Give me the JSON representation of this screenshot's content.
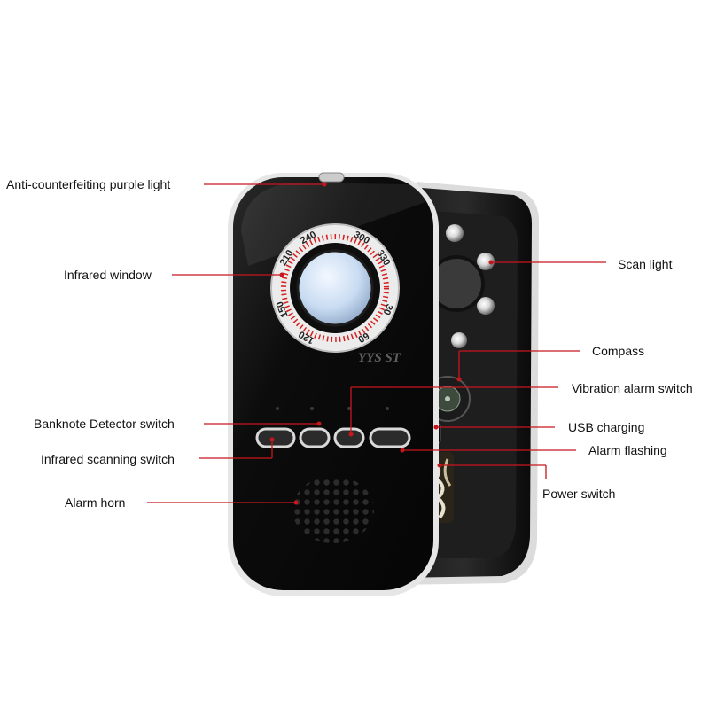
{
  "colors": {
    "leader": "#c8161d",
    "device_body": "#0c0c0c",
    "dial_ticks": "#d62020",
    "lens": "#c9dcf2"
  },
  "labels": {
    "anti_counterfeit": "Anti-counterfeiting purple light",
    "infrared_window": "Infrared window",
    "banknote_detector": "Banknote Detector switch",
    "infrared_scanning": "Infrared scanning switch",
    "alarm_horn": "Alarm horn",
    "scan_light": "Scan light",
    "compass": "Compass",
    "vibration_alarm": "Vibration alarm switch",
    "usb_charging": "USB charging",
    "alarm_flashing": "Alarm flashing",
    "power_switch": "Power switch"
  },
  "dial": {
    "numbers": [
      "150",
      "210",
      "240",
      "300",
      "330",
      "30",
      "60",
      "120"
    ]
  },
  "watermark": "YYS ST",
  "icons": [
    "speaker-grille-icon",
    "compass-icon",
    "scan-led-icon",
    "lens-icon"
  ]
}
